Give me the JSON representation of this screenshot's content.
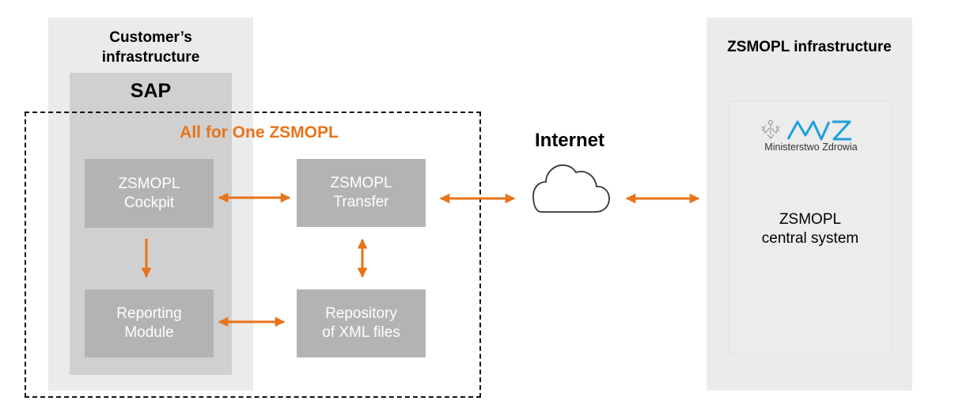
{
  "customer": {
    "title_line1": "Customer’s",
    "title_line2": "infrastructure"
  },
  "sap": {
    "title": "SAP"
  },
  "allforone": {
    "title": "All for One ZSMOPL"
  },
  "boxes": {
    "cockpit": {
      "line1": "ZSMOPL",
      "line2": "Cockpit"
    },
    "transfer": {
      "line1": "ZSMOPL",
      "line2": "Transfer"
    },
    "reporting": {
      "line1": "Reporting",
      "line2": "Module"
    },
    "repository": {
      "line1": "Repository",
      "line2": "of XML files"
    }
  },
  "internet": {
    "label": "Internet"
  },
  "zsmopl_infra": {
    "title": "ZSMOPL infrastructure",
    "logo_text": "Ministerstwo Zdrowia",
    "central_line1": "ZSMOPL",
    "central_line2": "central system"
  },
  "colors": {
    "arrow": "#e8731a",
    "accent_text": "#e8731a",
    "logo_blue": "#1ea0dc"
  },
  "icons": [
    "cloud-icon",
    "eagle-emblem-icon",
    "mz-logo-icon"
  ]
}
